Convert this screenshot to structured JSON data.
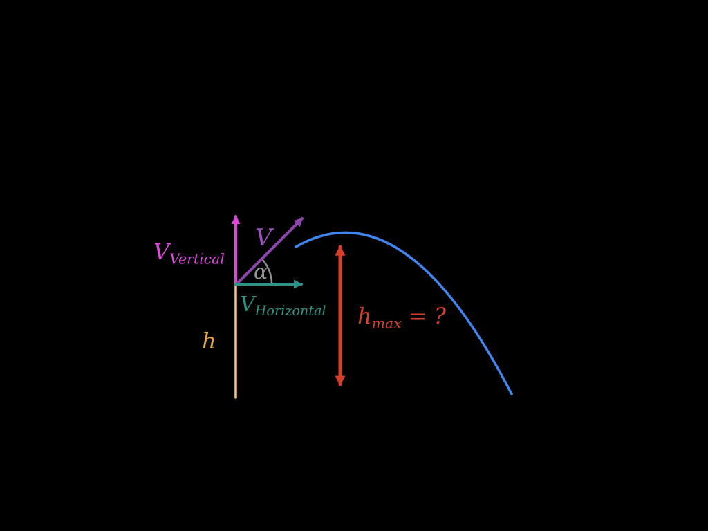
{
  "scene": {
    "background": "#000000",
    "kind": "projectile-motion-diagram"
  },
  "labels": {
    "v_vertical": {
      "main": "V",
      "sub": "Vertical"
    },
    "v": {
      "main": "V"
    },
    "alpha": {
      "main": "α"
    },
    "v_horizontal": {
      "main": "V",
      "sub": "Horizontal"
    },
    "h": {
      "main": "h"
    },
    "h_max": {
      "main": "h",
      "sub": "max",
      "suffix": "= ?"
    }
  },
  "colors": {
    "background": "#000000",
    "vertical_velocity_arrow": "#d94ad9",
    "vertical_velocity_label": "#de4ade",
    "velocity_arrow": "#8e44ad",
    "velocity_label": "#9b4fc0",
    "horizontal_velocity": "#2f9486",
    "angle_arc": "#8f8f8f",
    "height_line": "#f3c98c",
    "height_label": "#e2a53f",
    "max_height_arrow": "#d6402b",
    "trajectory_curve": "#4186f0"
  }
}
